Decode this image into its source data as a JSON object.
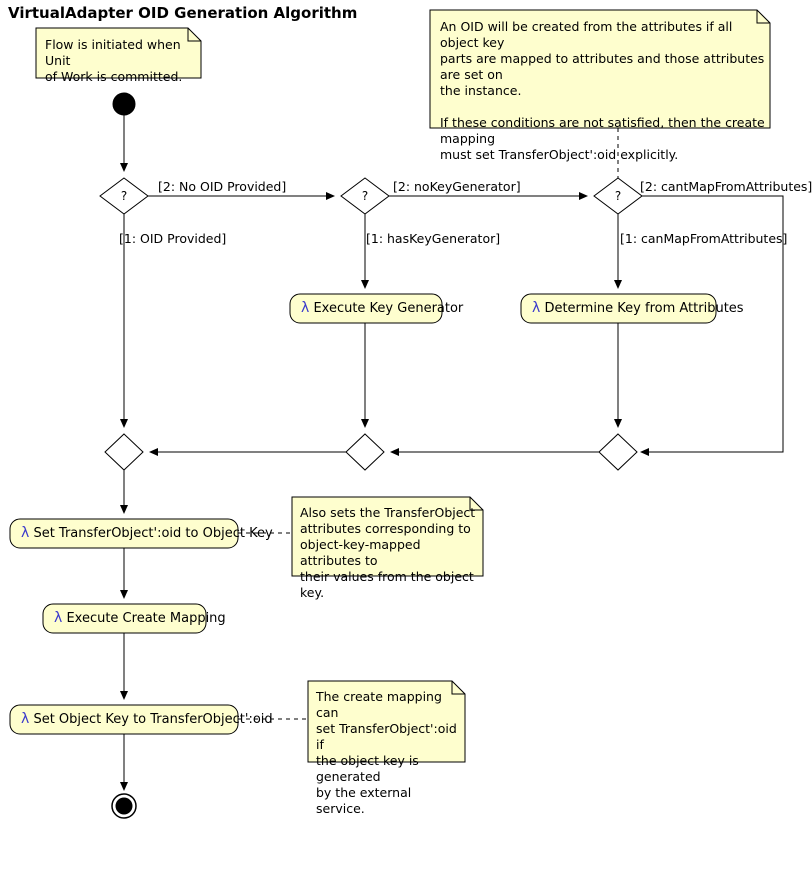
{
  "diagram": {
    "title": "VirtualAdapter OID Generation Algorithm",
    "type": "uml-activity-diagram",
    "colors": {
      "note_fill": "#FEFECE",
      "note_border": "#000000",
      "action_fill": "#FEFECE",
      "action_border": "#000000",
      "line": "#000000",
      "lambda_glyph": "#3A39CB",
      "background": "#FFFFFF"
    }
  },
  "nodes": {
    "start": {
      "name": "start-node",
      "type": "initial-node"
    },
    "end": {
      "name": "end-node",
      "type": "final-node"
    },
    "decisions": [
      {
        "id": "d1",
        "glyph": "?",
        "guard_yes": "[1: OID Provided]",
        "guard_no": "[2: No OID Provided]"
      },
      {
        "id": "d2",
        "glyph": "?",
        "guard_yes": "[1: hasKeyGenerator]",
        "guard_no": "[2: noKeyGenerator]"
      },
      {
        "id": "d3",
        "glyph": "?",
        "guard_yes": "[1: canMapFromAttributes]",
        "guard_no": "[2: cantMapFromAttributes]"
      }
    ],
    "actions": [
      {
        "id": "a1",
        "lambda": "λ",
        "label": "Execute Key Generator"
      },
      {
        "id": "a2",
        "lambda": "λ",
        "label": "Determine Key from Attributes"
      },
      {
        "id": "a3",
        "lambda": "λ",
        "label": "Set TransferObject':oid to Object Key"
      },
      {
        "id": "a4",
        "lambda": "λ",
        "label": "Execute Create Mapping"
      },
      {
        "id": "a5",
        "lambda": "λ",
        "label": "Set Object Key to TransferObject':oid"
      }
    ],
    "merges": [
      {
        "id": "m1"
      },
      {
        "id": "m2"
      },
      {
        "id": "m3"
      }
    ]
  },
  "notes": [
    {
      "id": "n1",
      "name": "note-flow-initiation",
      "text": "Flow is initiated when Unit\nof Work is committed."
    },
    {
      "id": "n2",
      "name": "note-oid-creation-conditions",
      "text": "An OID will be created from the attributes if all object key\nparts are mapped to attributes and those attributes are set on\nthe instance.\n\nIf these conditions are not satisfied, then the create mapping\nmust set TransferObject':oid explicitly."
    },
    {
      "id": "n3",
      "name": "note-also-sets-attributes",
      "text": "Also sets the TransferObject\nattributes corresponding to\nobject-key-mapped attributes to\ntheir values from the object key."
    },
    {
      "id": "n4",
      "name": "note-create-mapping-oid",
      "text": "The create mapping can\nset TransferObject':oid if\nthe object key is generated\nby the external service."
    }
  ]
}
